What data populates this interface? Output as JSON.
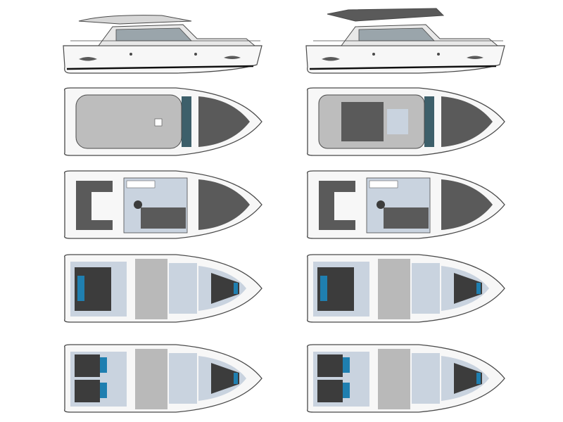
{
  "palette": {
    "hull_outline": "#4a4a4a",
    "hull_fill": "#f7f7f7",
    "deck_grey": "#5a5a5a",
    "roof_grey": "#bdbdbd",
    "interior_blue": "#c9d3df",
    "corridor_grey": "#b9b9b9",
    "bed_dark": "#3c3c3c",
    "bed_accent": "#1f7fb0",
    "glass_teal": "#3d5f6a",
    "hull_stripe": "#111111"
  },
  "variants": [
    {
      "id": "left",
      "side_profile": {
        "flybridge": false
      },
      "top_deck": {
        "roof": "hardtop"
      },
      "main_deck": {
        "galley": "aft"
      },
      "lower_deck_a": {
        "cabins": [
          "double-berth",
          "vip-forward"
        ]
      },
      "lower_deck_b": {
        "cabins": [
          "twin-berth",
          "vip-forward"
        ]
      }
    },
    {
      "id": "right",
      "side_profile": {
        "flybridge": true
      },
      "top_deck": {
        "roof": "flybridge"
      },
      "main_deck": {
        "galley": "aft"
      },
      "lower_deck_a": {
        "cabins": [
          "double-berth",
          "vip-forward"
        ]
      },
      "lower_deck_b": {
        "cabins": [
          "twin-berth",
          "vip-forward"
        ]
      }
    }
  ]
}
